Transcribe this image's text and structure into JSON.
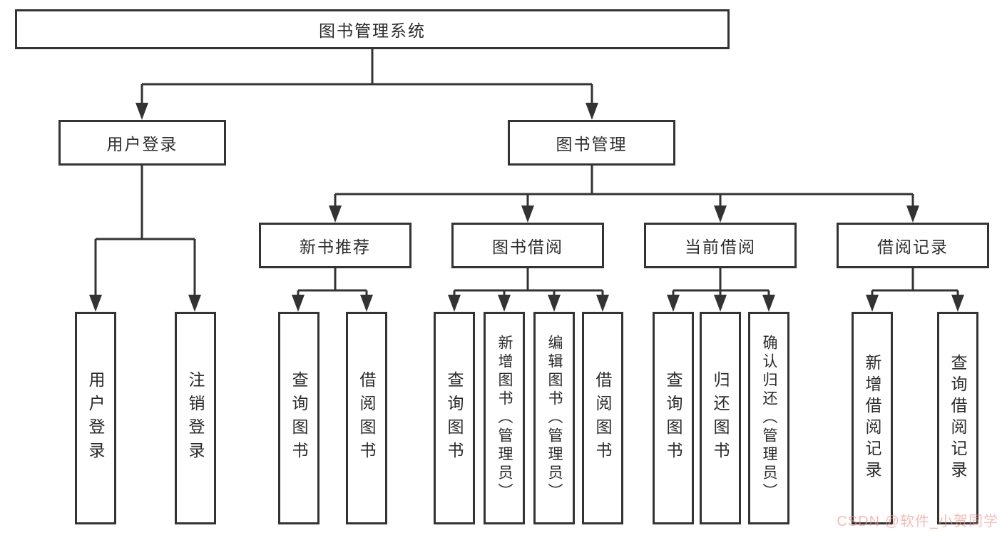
{
  "tree": {
    "root": "图书管理系统",
    "user_login": {
      "label": "用户登录",
      "children": [
        "用户登录",
        "注销登录"
      ]
    },
    "book_mgmt": {
      "label": "图书管理"
    },
    "new_books": {
      "label": "新书推荐",
      "children": [
        "查询图书",
        "借阅图书"
      ]
    },
    "borrowing": {
      "label": "图书借阅",
      "children": [
        "查询图书",
        "新增图书（管理员）",
        "编辑图书（管理员）",
        "借阅图书"
      ]
    },
    "current": {
      "label": "当前借阅",
      "children": [
        "查询图书",
        "归还图书",
        "确认归还（管理员）"
      ]
    },
    "records": {
      "label": "借阅记录",
      "children": [
        "新增借阅记录",
        "查询借阅记录"
      ]
    }
  },
  "watermark": {
    "text": "CSDN @软件_小贺同学"
  },
  "colors": {
    "line": "#333333",
    "text": "#2b2b2b",
    "watermark": "#f0938a",
    "background": "#ffffff"
  }
}
